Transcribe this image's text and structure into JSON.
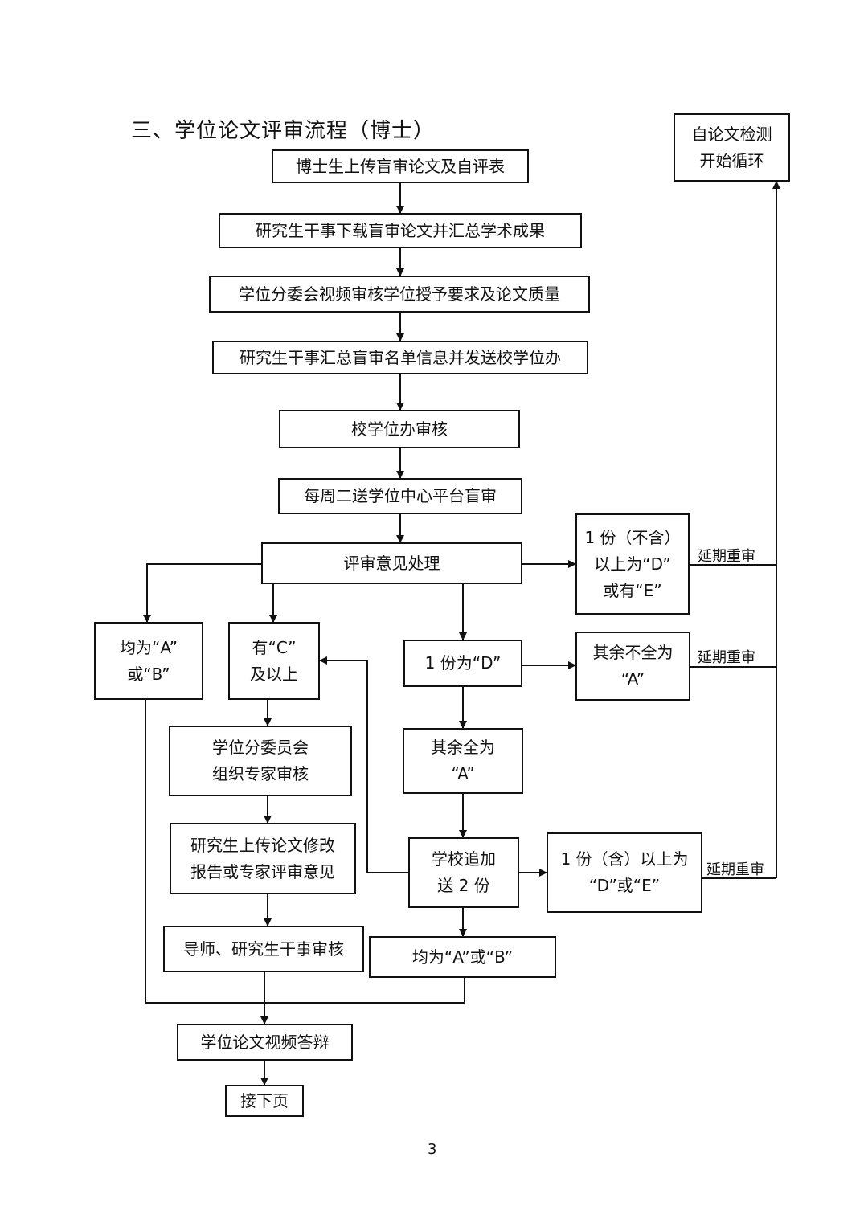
{
  "title": "三、学位论文评审流程（博士）",
  "nodes": {
    "upload": "博士生上传盲审论文及自评表",
    "download": "研究生干事下载盲审论文并汇总学术成果",
    "committee_video": "学位分委会视频审核学位授予要求及论文质量",
    "summary": "研究生干事汇总盲审名单信息并发送校学位办",
    "school_review": "校学位办审核",
    "weekly_send": "每周二送学位中心平台盲审",
    "opinion": "评审意见处理",
    "all_ab": [
      "均为“A”",
      "或“B”"
    ],
    "has_c": [
      "有“C”",
      "及以上"
    ],
    "one_d": "1 份为“D”",
    "multi_de": [
      "1 份（不含）",
      "以上为“D”",
      "或有“E”"
    ],
    "rest_not_a": [
      "其余不全为",
      "“A”"
    ],
    "rest_a": [
      "其余全为",
      "“A”"
    ],
    "expert_org": [
      "学位分委员会",
      "组织专家审核"
    ],
    "upload_report": [
      "研究生上传论文修改",
      "报告或专家评审意见"
    ],
    "advisor_review": "导师、研究生干事审核",
    "extra_two": [
      "学校追加",
      "送 2 份"
    ],
    "de_two": [
      "1 份（含）以上为",
      "“D”或“E”"
    ],
    "all_ab2": "均为“A”或“B”",
    "defense": "学位论文视频答辩",
    "next_page": "接下页",
    "restart": [
      "自论文检测",
      "开始循环"
    ]
  },
  "labels": {
    "delay1": "延期重审",
    "delay2": "延期重审",
    "delay3": "延期重审"
  },
  "page_number": "3"
}
